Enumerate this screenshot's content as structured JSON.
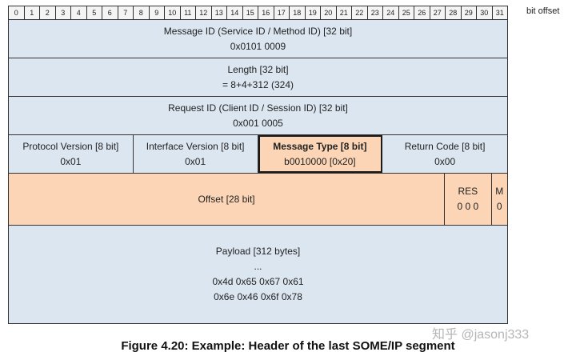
{
  "bit_offset_label": "bit offset",
  "bits": [
    "0",
    "1",
    "2",
    "3",
    "4",
    "5",
    "6",
    "7",
    "8",
    "9",
    "10",
    "11",
    "12",
    "13",
    "14",
    "15",
    "16",
    "17",
    "18",
    "19",
    "20",
    "21",
    "22",
    "23",
    "24",
    "25",
    "26",
    "27",
    "28",
    "29",
    "30",
    "31"
  ],
  "rows": {
    "message_id": {
      "title": "Message ID (Service ID / Method ID) [32 bit]",
      "value": "0x0101 0009"
    },
    "length": {
      "title": "Length [32 bit]",
      "value": "= 8+4+312 (324)"
    },
    "request_id": {
      "title": "Request ID (Client ID / Session ID) [32 bit]",
      "value": "0x001 0005"
    },
    "fields": [
      {
        "title": "Protocol Version [8 bit]",
        "value": "0x01"
      },
      {
        "title": "Interface Version [8 bit]",
        "value": "0x01"
      },
      {
        "title": "Message Type [8 bit]",
        "value": "b0010000 [0x20]"
      },
      {
        "title": "Return Code [8 bit]",
        "value": "0x00"
      }
    ],
    "offset": {
      "title": "Offset [28 bit]",
      "res_title": "RES",
      "res_value": "0 0 0",
      "m_title": "M",
      "m_value": "0"
    },
    "payload": {
      "title": "Payload [312 bytes]",
      "ellipsis": "...",
      "line1": "0x4d 0x65 0x67 0x61",
      "line2": "0x6e 0x46 0x6f 0x78"
    }
  },
  "caption": "Figure 4.20: Example: Header of the last SOME/IP segment",
  "watermark": "知乎 @jasonj333",
  "colors": {
    "header_rows": "#dce6f1",
    "offset_row": "#fbd5b5"
  }
}
